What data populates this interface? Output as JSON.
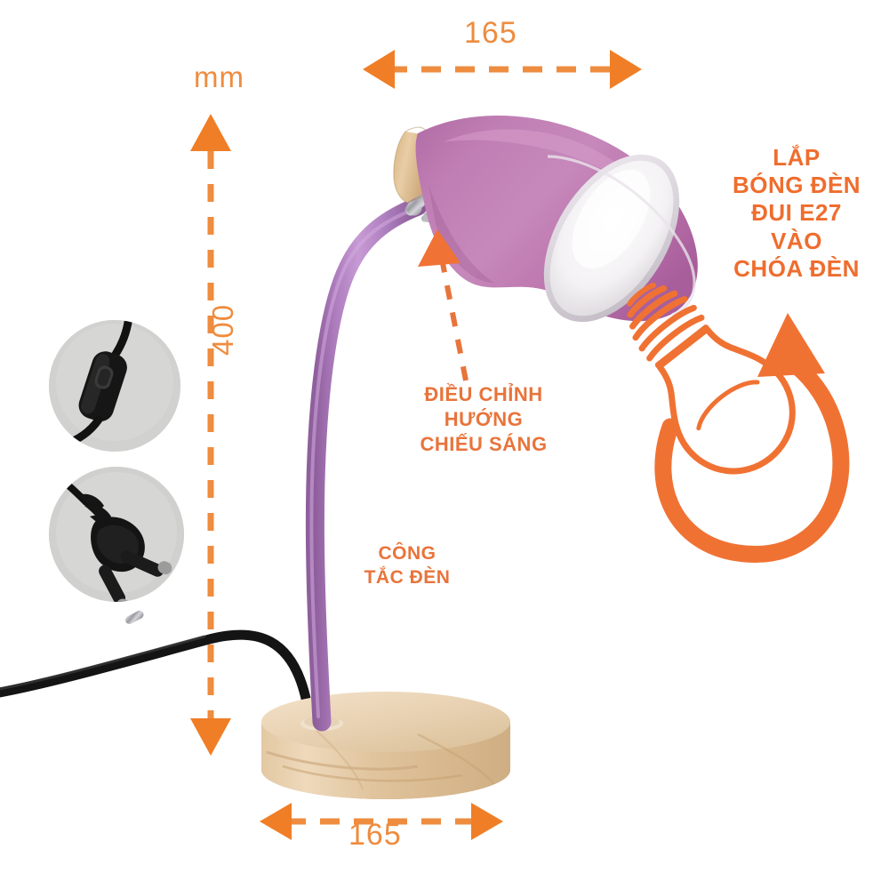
{
  "product": {
    "name": "table-lamp",
    "shade_color": "#B974AC",
    "arm_color": "#B07BC0",
    "base_color": "#E5C9A4",
    "accent_color": "#EF7E2D",
    "dim_text_color": "#EE8C3F",
    "cable_color": "#1a1a1a"
  },
  "dimensions": {
    "unit_label": "mm",
    "top_width": "165",
    "bottom_width": "165",
    "height": "400"
  },
  "callouts": {
    "bulb": {
      "lines": [
        "LẮP",
        "BÓNG ĐÈN",
        "ĐUI E27",
        "VÀO",
        "CHÓA ĐÈN"
      ],
      "text": "LẮP BÓNG ĐÈN ĐUI E27 VÀO CHÓA ĐÈN"
    },
    "shade": {
      "lines": [
        "ĐIỀU CHỈNH",
        "HƯỚNG",
        "CHIẾU SÁNG"
      ],
      "text": "ĐIỀU CHỈNH HƯỚNG CHIẾU SÁNG"
    },
    "switch": {
      "lines": [
        "CÔNG",
        "TẮC ĐÈN"
      ],
      "text": "CÔNG TẮC ĐÈN"
    }
  },
  "insets": [
    {
      "name": "inline-switch-photo",
      "caption": ""
    },
    {
      "name": "power-plug-photo",
      "caption": ""
    }
  ],
  "icons": {
    "bulb_rotate": "bulb-rotate-icon",
    "arrow_left": "arrow-left-icon",
    "arrow_right": "arrow-right-icon",
    "arrow_up": "arrow-up-icon",
    "arrow_down": "arrow-down-icon",
    "pointer": "pointer-arrow-icon"
  }
}
